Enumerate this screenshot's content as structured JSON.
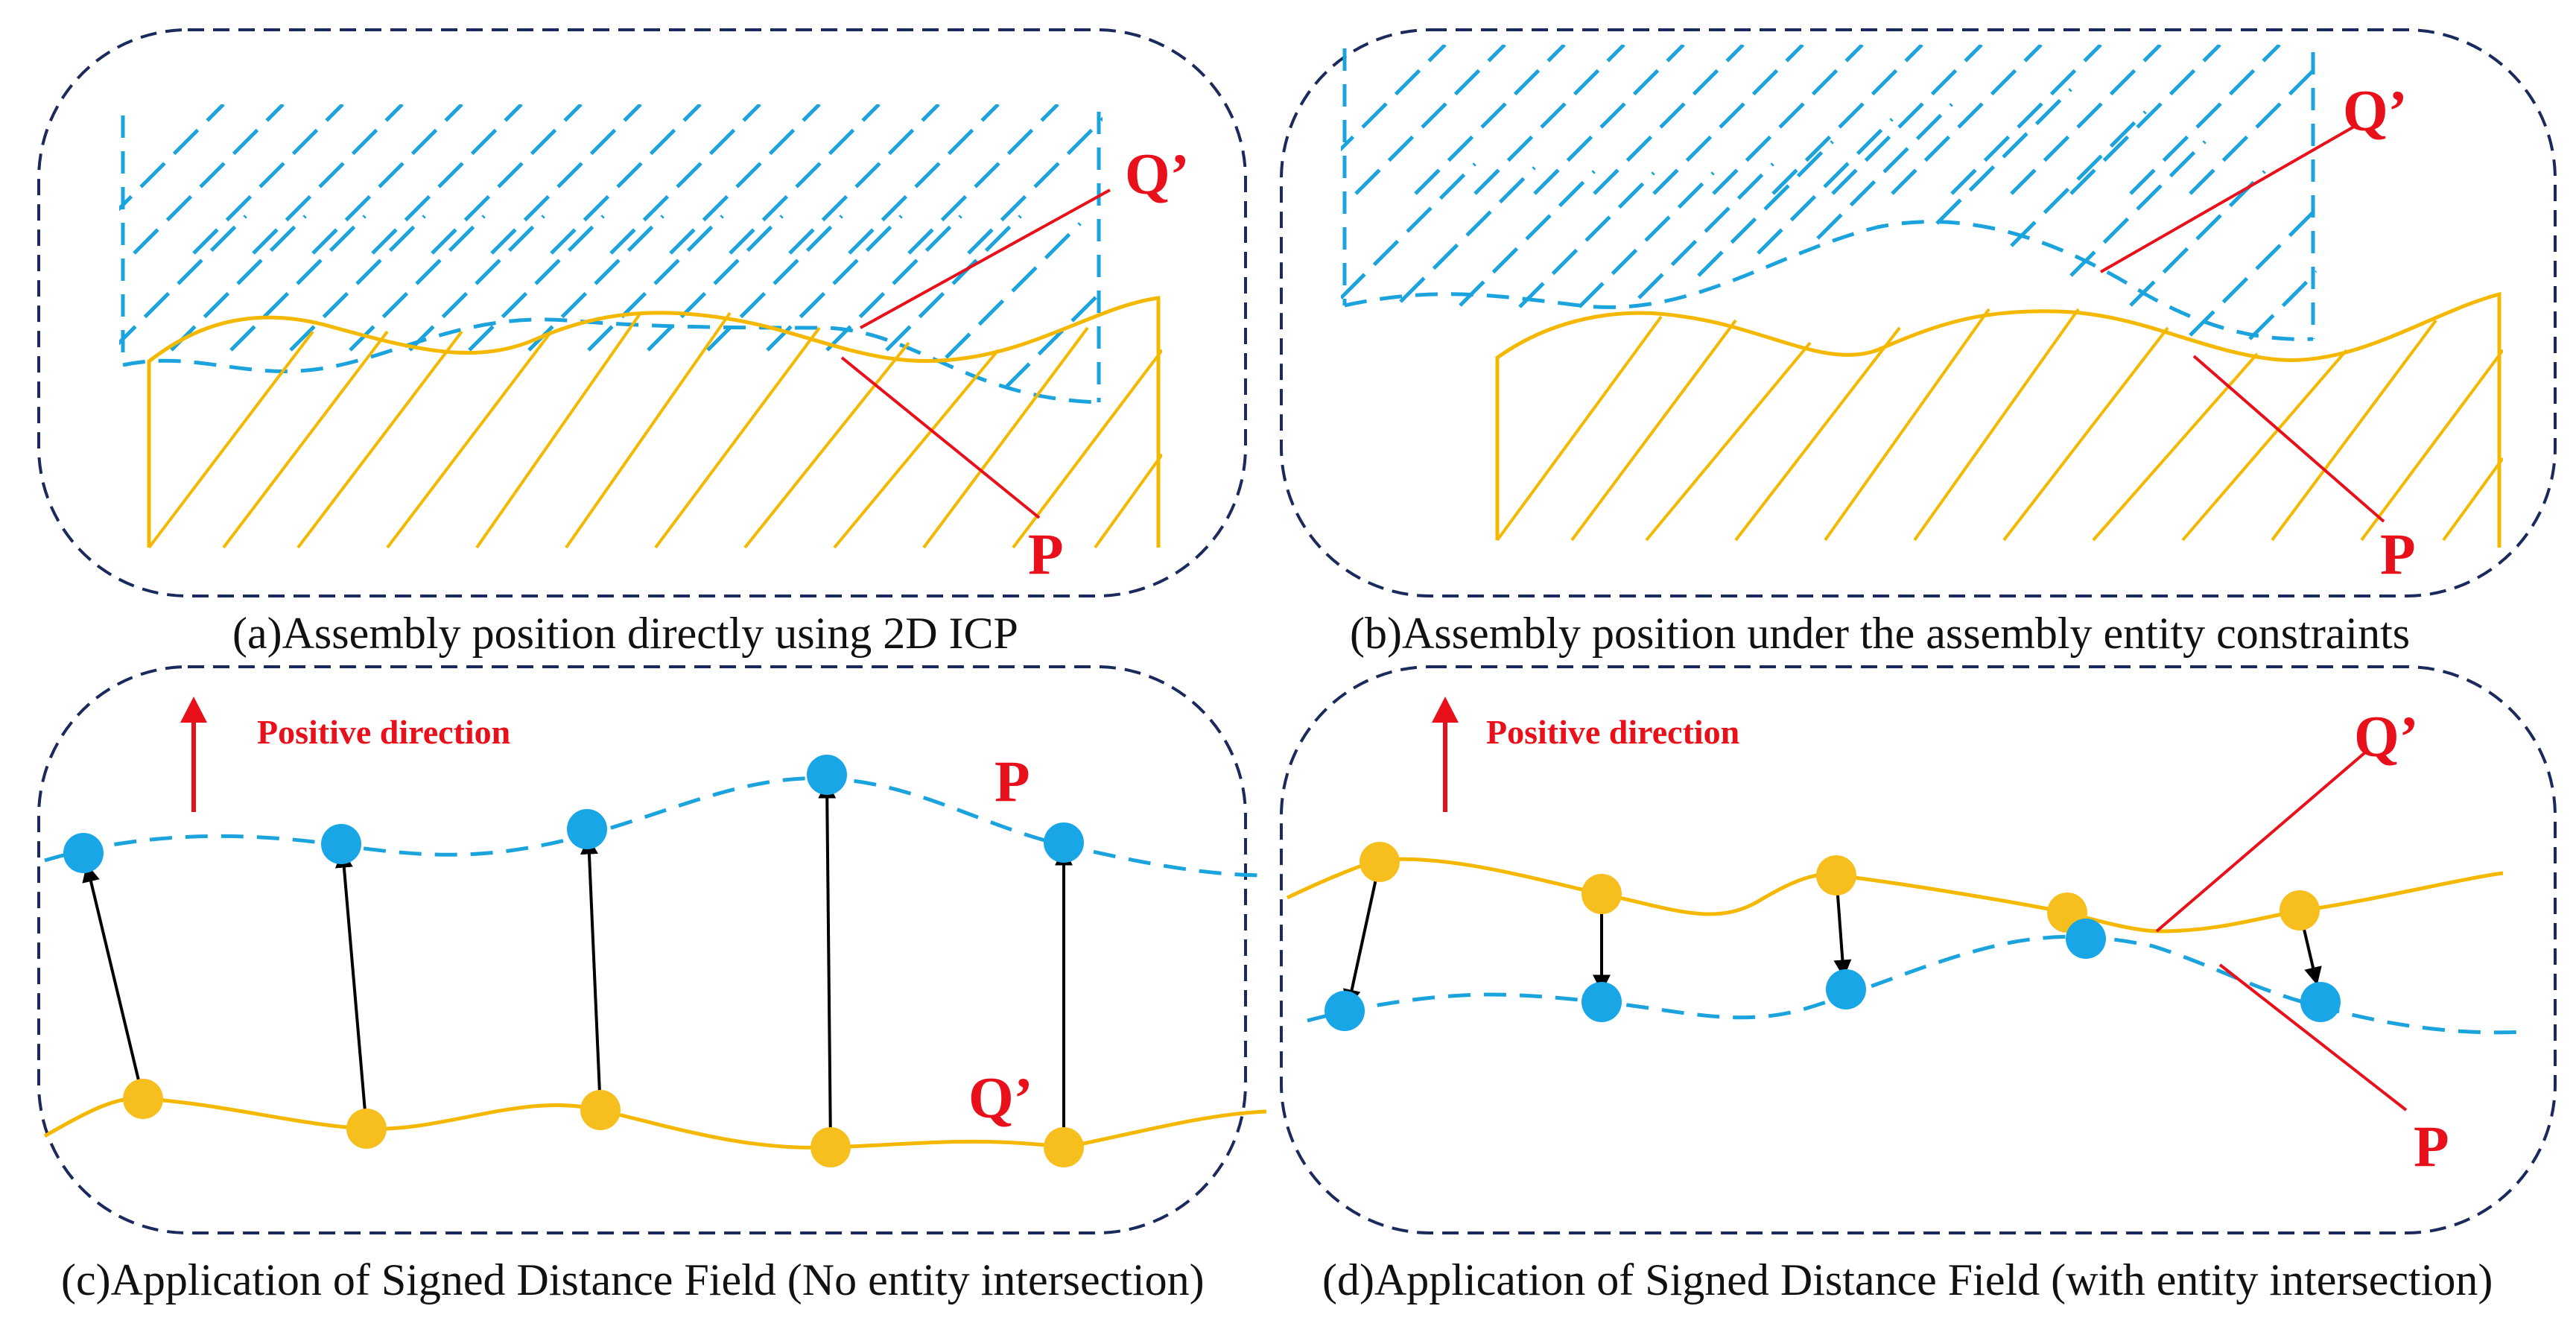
{
  "colors": {
    "frame": "#1b2a5c",
    "yellow": "#f5b800",
    "yellow_dot": "#f7bf1e",
    "blue": "#1aa3dc",
    "blue_dot": "#19a6e6",
    "red": "#e8101a",
    "arrow": "#000000"
  },
  "panels": {
    "a": {
      "caption": "(a)Assembly position directly using 2D ICP",
      "label_q": "Q’",
      "label_p": "P"
    },
    "b": {
      "caption": "(b)Assembly position under the assembly entity constraints",
      "label_q": "Q’",
      "label_p": "P"
    },
    "c": {
      "caption": "(c)Application of Signed Distance Field (No entity intersection)",
      "direction": "Positive direction",
      "label_p": "P",
      "label_q": "Q’"
    },
    "d": {
      "caption": "(d)Application of Signed Distance Field (with entity intersection)",
      "direction": "Positive direction",
      "label_q": "Q’",
      "label_p": "P"
    }
  }
}
